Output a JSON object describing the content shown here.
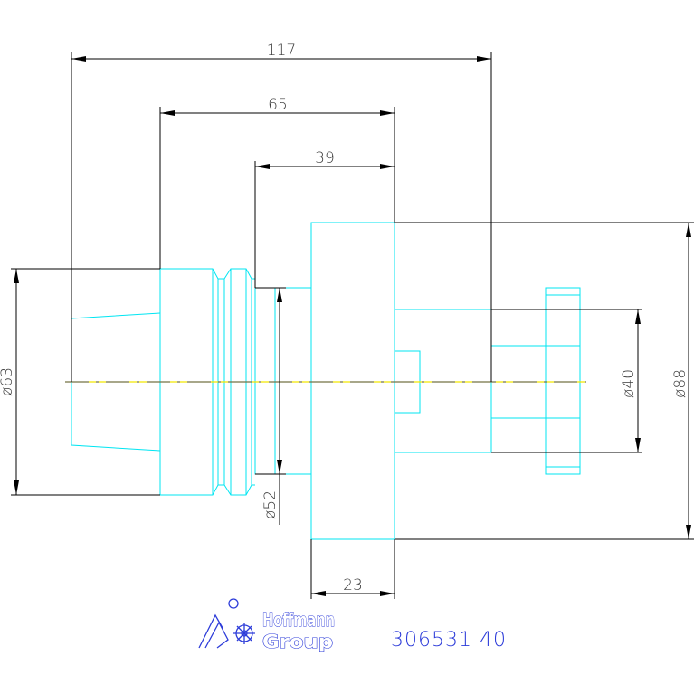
{
  "dimensions": {
    "length_overall": "117",
    "length_middle": "65",
    "length_short": "39",
    "length_flange": "23",
    "diameter_left": "ø63",
    "diameter_neck": "ø52",
    "diameter_spigot": "ø40",
    "diameter_flange": "ø88"
  },
  "logo": {
    "line1": "Hoffmann",
    "line2": "Group"
  },
  "part_number": "306531  40",
  "colors": {
    "dimension_lines": "#000000",
    "outline": "#00e5f2",
    "centerline": "#f2e600",
    "brand_blue": "#2d3cd9"
  }
}
